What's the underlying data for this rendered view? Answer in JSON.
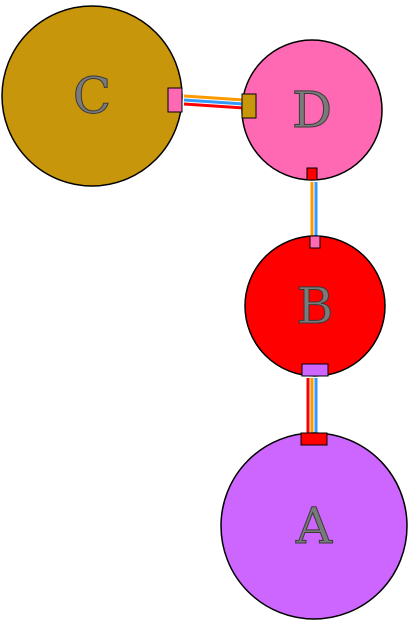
{
  "nodes": [
    {
      "id": "C",
      "label": "C",
      "color": "#c8960a"
    },
    {
      "id": "D",
      "label": "D",
      "color": "#ff69b4"
    },
    {
      "id": "B",
      "label": "B",
      "color": "#ff0000"
    },
    {
      "id": "A",
      "label": "A",
      "color": "#cc66ff"
    }
  ],
  "edges": [
    {
      "from": "C",
      "to": "D",
      "strands": [
        "#ff9900",
        "#3399ff",
        "#ff0000"
      ]
    },
    {
      "from": "D",
      "to": "B",
      "strands": [
        "#ff9900",
        "#3399ff"
      ]
    },
    {
      "from": "B",
      "to": "A",
      "strands": [
        "#ff0000",
        "#ff9900",
        "#3399ff"
      ]
    }
  ],
  "ports": [
    {
      "node": "C",
      "toward": "D",
      "color": "#ff69b4"
    },
    {
      "node": "D",
      "toward": "C",
      "color": "#c8960a"
    },
    {
      "node": "D",
      "toward": "B",
      "color": "#ff0000"
    },
    {
      "node": "B",
      "toward": "D",
      "color": "#ff69b4"
    },
    {
      "node": "B",
      "toward": "A",
      "color": "#cc66ff"
    },
    {
      "node": "A",
      "toward": "B",
      "color": "#ff0000"
    }
  ],
  "colors": {
    "outline": "#000000",
    "background": "#ffffff",
    "label_fill": "#7a7a7a"
  }
}
